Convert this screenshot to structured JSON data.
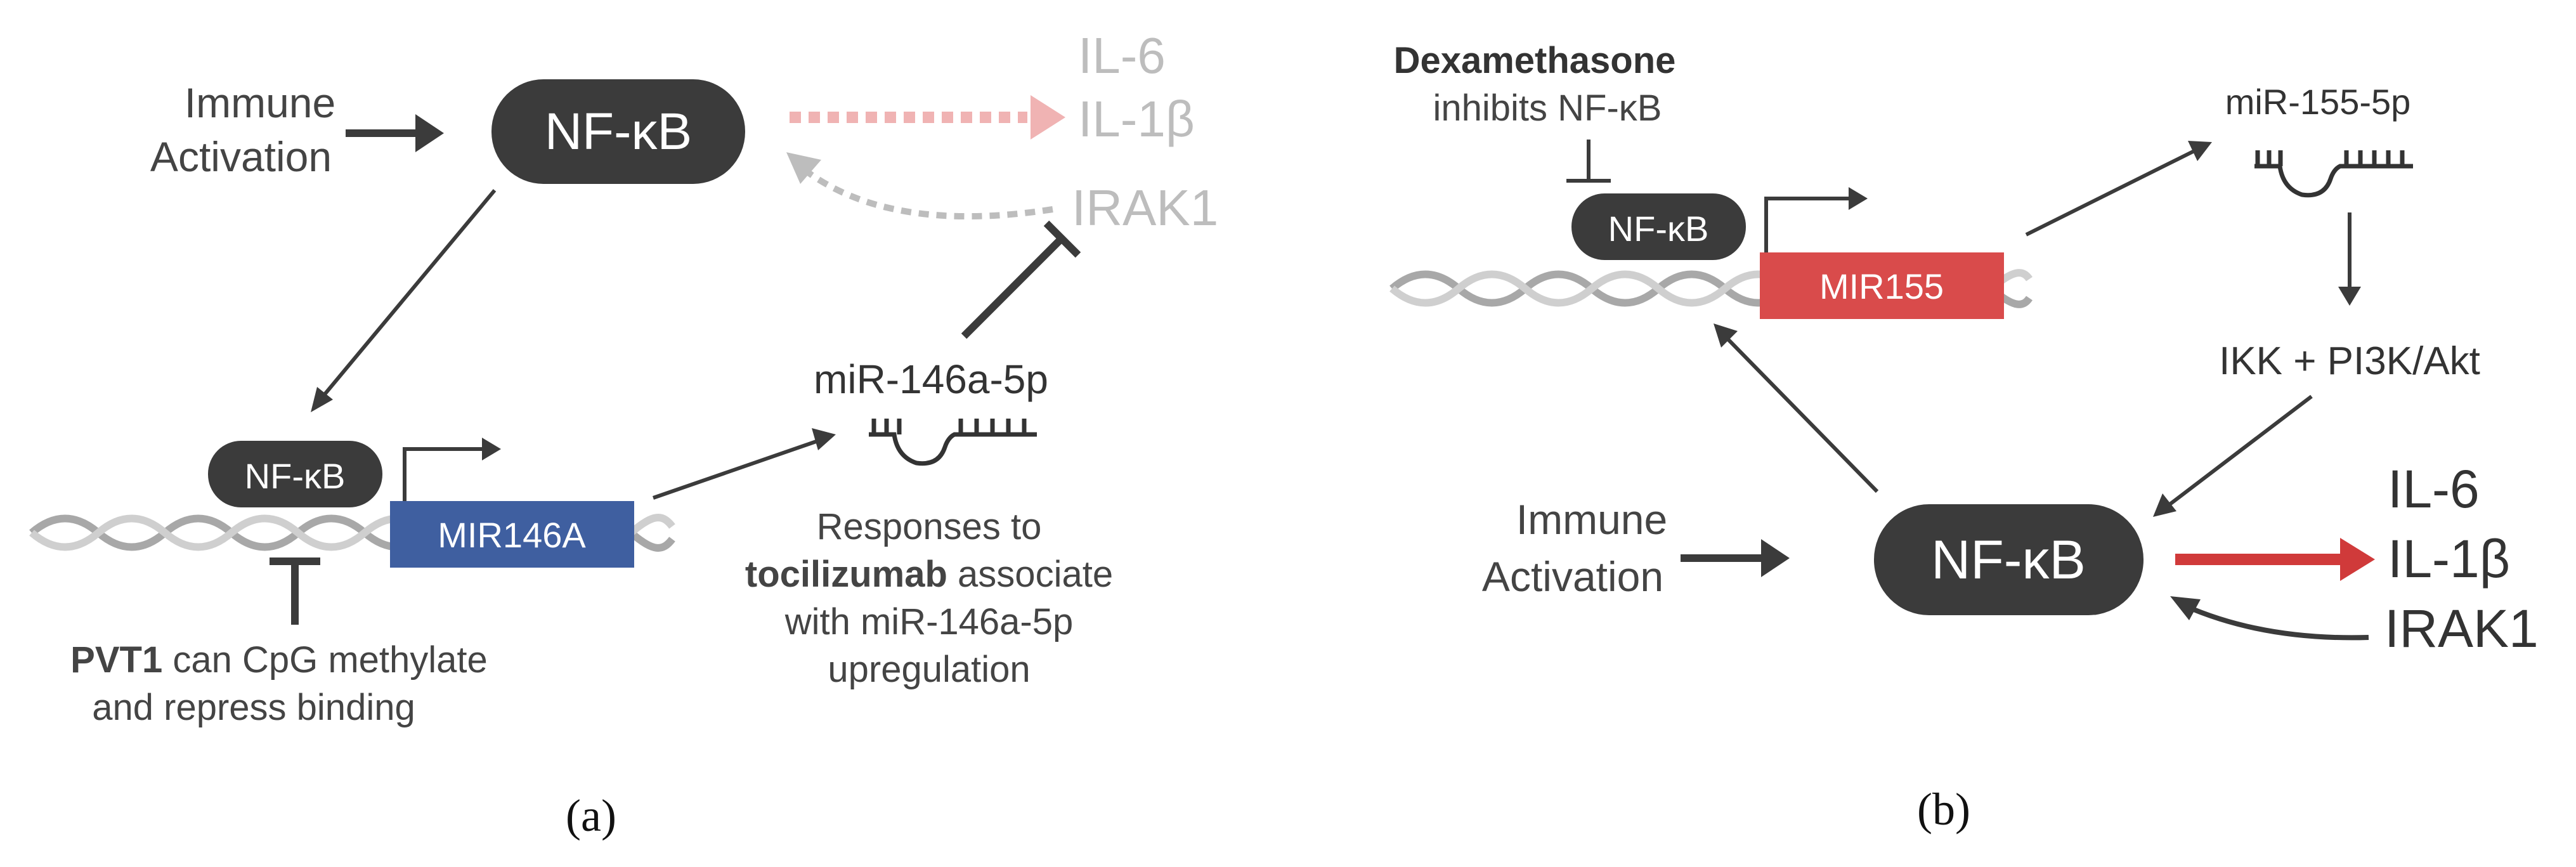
{
  "panel_a": {
    "immune_line1": "Immune",
    "immune_line2": "Activation",
    "nfkb_main": "NF-κB",
    "faded_il6": "IL-6",
    "faded_il1b": "IL-1β",
    "faded_irak1": "IRAK1",
    "nfkb_small": "NF-κB",
    "gene_label": "MIR146A",
    "mirna_label": "miR-146a-5p",
    "response_line1": "Responses to",
    "response_line2_bold": "tocilizumab",
    "response_line2_rest": " associate",
    "response_line3": "with miR-146a-5p",
    "response_line4": "upregulation",
    "pvt1_bold": "PVT1",
    "pvt1_rest": " can CpG methylate",
    "pvt1_line2": "and repress binding",
    "caption": "(a)"
  },
  "panel_b": {
    "dex_bold": "Dexamethasone",
    "dex_line2": "inhibits NF-κB",
    "nfkb_small": "NF-κB",
    "gene_label": "MIR155",
    "mirna_label": "miR-155-5p",
    "ikk_label": "IKK + PI3K/Akt",
    "immune_line1": "Immune",
    "immune_line2": "Activation",
    "nfkb_main": "NF-κB",
    "il6": "IL-6",
    "il1b": "IL-1β",
    "irak1": "IRAK1",
    "caption": "(b)"
  },
  "colors": {
    "node_dark": "#3b3b3b",
    "gene_blue": "#3f5fa0",
    "gene_red": "#d94b4b",
    "faded_pink": "#f0b3b3",
    "faded_gray": "#bdbdbd",
    "arrow_red": "#d03a3a"
  }
}
